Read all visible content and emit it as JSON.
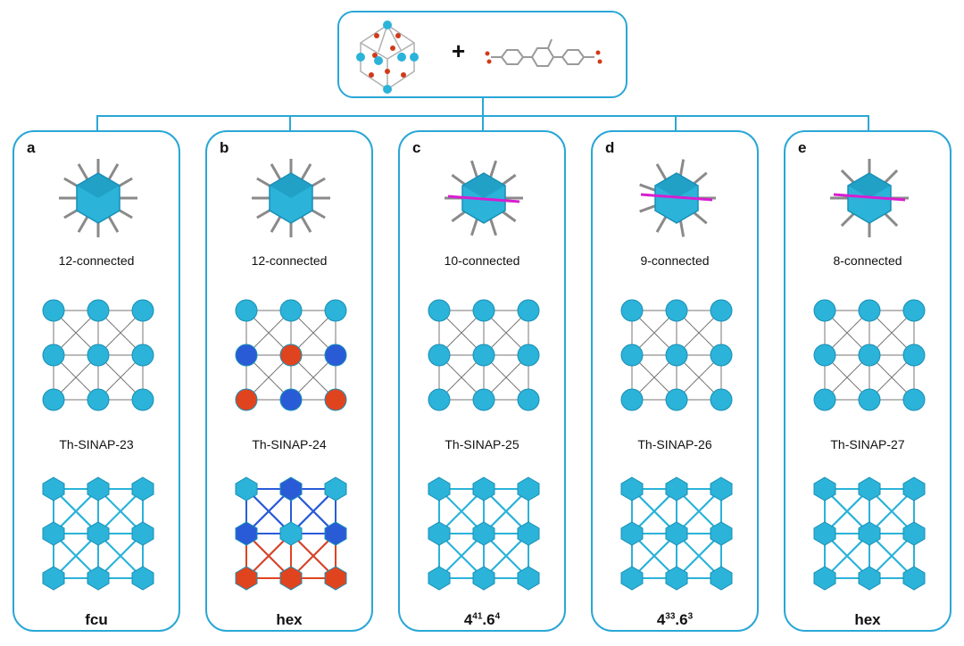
{
  "reactants": {
    "cluster_icon": "th6-cluster-icon",
    "plus": "+",
    "linker_icon": "terphenyl-dicarboxylate-linker-icon"
  },
  "colors": {
    "border": "#2aa7d6",
    "node": "#2bb3d9",
    "node_dark": "#1a8fb5",
    "blue_net": "#2a5bd7",
    "red_net": "#e0441f",
    "magenta": "#d81ecf",
    "linker_gray": "#8a8a8a"
  },
  "panels": [
    {
      "letter": "a",
      "connectivity": "12-connected",
      "compound": "Th-SINAP-23",
      "topology": {
        "base": "fcu",
        "parts": []
      },
      "node_icon": "cuboctahedron-12c-icon",
      "structure_icon": "mof-structure-icon",
      "net_icon": "fcu-net-icon"
    },
    {
      "letter": "b",
      "connectivity": "12-connected",
      "compound": "Th-SINAP-24",
      "topology": {
        "base": "hex",
        "parts": []
      },
      "node_icon": "hexagonal-prism-12c-icon",
      "structure_icon": "interpenetrated-mof-structure-icon",
      "net_icon": "interpenetrated-hex-net-icon"
    },
    {
      "letter": "c",
      "connectivity": "10-connected",
      "compound": "Th-SINAP-25",
      "topology": {
        "base": "",
        "parts": [
          {
            "b": "4",
            "s": "41"
          },
          {
            "b": ".6",
            "s": "4"
          }
        ]
      },
      "node_icon": "prism-10c-icon",
      "structure_icon": "mof-structure-icon",
      "net_icon": "net-10c-icon"
    },
    {
      "letter": "d",
      "connectivity": "9-connected",
      "compound": "Th-SINAP-26",
      "topology": {
        "base": "",
        "parts": [
          {
            "b": "4",
            "s": "33"
          },
          {
            "b": ".6",
            "s": "3"
          }
        ]
      },
      "node_icon": "prism-9c-icon",
      "structure_icon": "layered-mof-structure-icon",
      "net_icon": "net-9c-icon"
    },
    {
      "letter": "e",
      "connectivity": "8-connected",
      "compound": "Th-SINAP-27",
      "topology": {
        "base": "hex",
        "parts": []
      },
      "node_icon": "hexagonal-8c-icon",
      "structure_icon": "mof-structure-icon",
      "net_icon": "hex-net-icon"
    }
  ]
}
